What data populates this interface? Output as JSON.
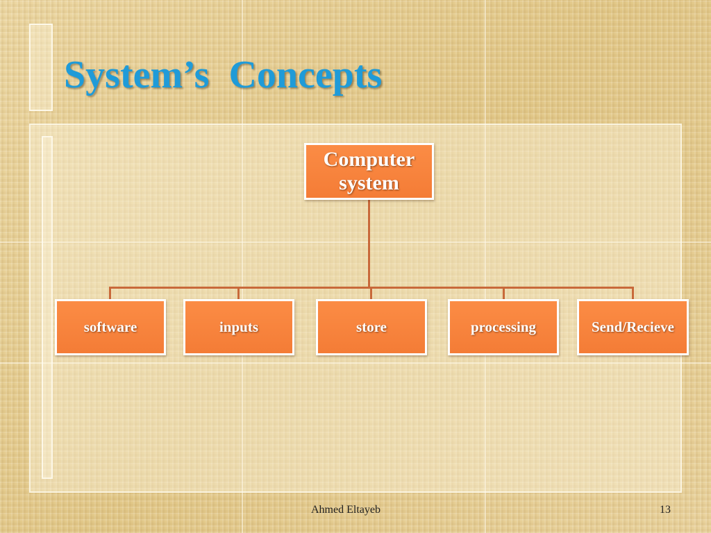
{
  "slide": {
    "title": "System’s  Concepts",
    "footer_author": "Ahmed Eltayeb",
    "page_number": "13"
  },
  "diagram": {
    "root": {
      "label": "Computer system"
    },
    "children": [
      {
        "label": "software"
      },
      {
        "label": "inputs"
      },
      {
        "label": "store"
      },
      {
        "label": "processing"
      },
      {
        "label": "Send/Recieve"
      }
    ]
  },
  "colors": {
    "title": "#1f9bd8",
    "node_fill": "#f47c36",
    "node_border": "#ffffff",
    "connector": "#c8693a",
    "background": "#e6cf96"
  }
}
